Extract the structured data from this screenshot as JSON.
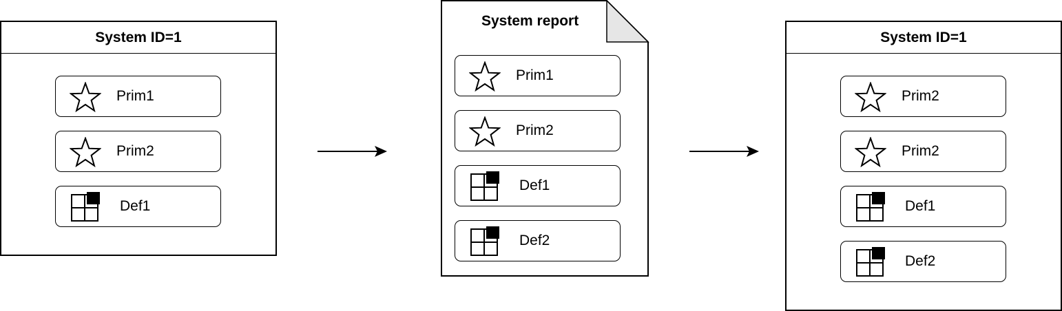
{
  "left_panel": {
    "title": "System ID=1",
    "items": [
      {
        "type": "star",
        "icon": "star-icon",
        "label": "Prim1"
      },
      {
        "type": "star",
        "icon": "star-icon",
        "label": "Prim2"
      },
      {
        "type": "def",
        "icon": "grid-icon",
        "label": "Def1"
      }
    ]
  },
  "report": {
    "title": "System report",
    "items": [
      {
        "type": "star",
        "icon": "star-icon",
        "label": "Prim1"
      },
      {
        "type": "star",
        "icon": "star-icon",
        "label": "Prim2"
      },
      {
        "type": "def",
        "icon": "grid-icon",
        "label": "Def1"
      },
      {
        "type": "def",
        "icon": "grid-icon",
        "label": "Def2"
      }
    ]
  },
  "right_panel": {
    "title": "System ID=1",
    "items": [
      {
        "type": "star",
        "icon": "star-icon",
        "label": "Prim2"
      },
      {
        "type": "star",
        "icon": "star-icon",
        "label": "Prim2"
      },
      {
        "type": "def",
        "icon": "grid-icon",
        "label": "Def1"
      },
      {
        "type": "def",
        "icon": "grid-icon",
        "label": "Def2"
      }
    ]
  }
}
